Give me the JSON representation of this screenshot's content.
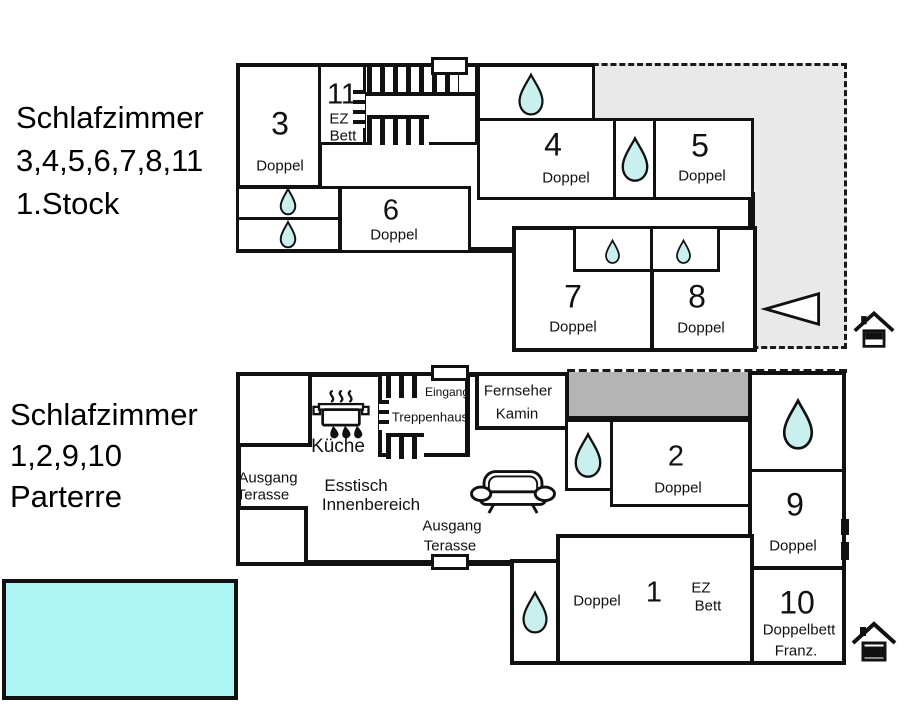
{
  "legend_floor1": {
    "line1": "Schlafzimmer",
    "line2": "3,4,5,6,7,8,11",
    "line3": "1.Stock"
  },
  "legend_ground": {
    "line1": "Schlafzimmer",
    "line2": "1,2,9,10",
    "line3": "Parterre"
  },
  "floor1": {
    "room3": {
      "number": "3",
      "bed": "Doppel"
    },
    "room11": {
      "number": "11",
      "bed_line1": "EZ",
      "bed_line2": "Bett"
    },
    "room4": {
      "number": "4",
      "bed": "Doppel"
    },
    "room5": {
      "number": "5",
      "bed": "Doppel"
    },
    "room6": {
      "number": "6",
      "bed": "Doppel"
    },
    "room7": {
      "number": "7",
      "bed": "Doppel"
    },
    "room8": {
      "number": "8",
      "bed": "Doppel"
    }
  },
  "ground": {
    "entrance": "Eingang",
    "stairwell": "Treppenhaus",
    "tv_line1": "Fernseher",
    "tv_line2": "Kamin",
    "kitchen": "Küche",
    "exit_left_line1": "Ausgang",
    "exit_left_line2": "Terasse",
    "dining_line1": "Esstisch",
    "dining_line2": "Innenbereich",
    "exit_mid_line1": "Ausgang",
    "exit_mid_line2": "Terasse",
    "room1": {
      "number": "1",
      "bed_left": "Doppel",
      "bed_right_line1": "EZ",
      "bed_right_line2": "Bett"
    },
    "room2": {
      "number": "2",
      "bed": "Doppel"
    },
    "room9": {
      "number": "9",
      "bed": "Doppel"
    },
    "room10": {
      "number": "10",
      "bed_line1": "Doppelbett",
      "bed_line2": "Franz."
    }
  },
  "colors": {
    "wall": "#111111",
    "water_drop": "#c9efef",
    "pool": "#aef5f5",
    "terrace": "#e9e9e9",
    "shaded_area": "#b4b4b4"
  }
}
